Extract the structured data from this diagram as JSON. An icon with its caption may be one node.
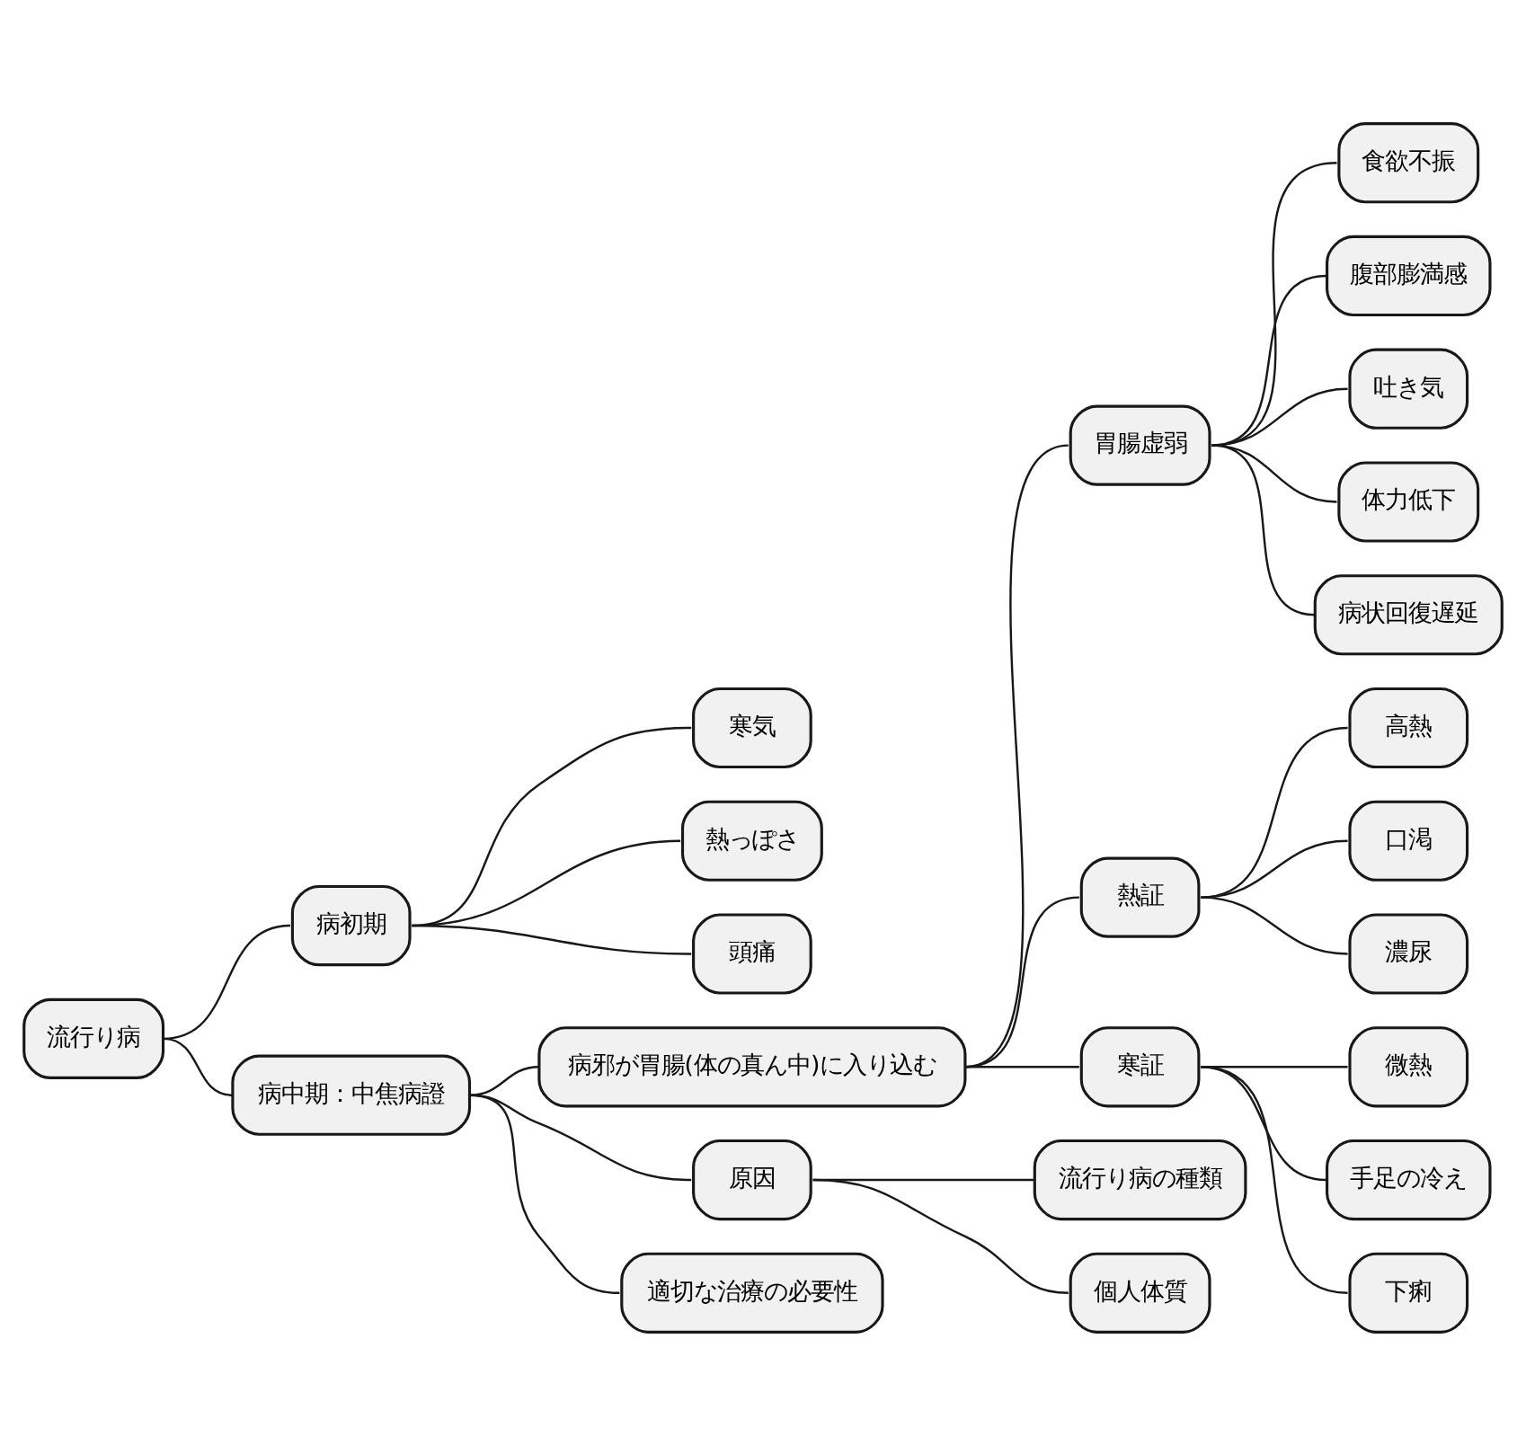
{
  "diagram": {
    "nodes": [
      {
        "text": [
          "流行り病"
        ]
      },
      {
        "text": [
          "病初期"
        ]
      },
      {
        "text": [
          "寒気"
        ]
      },
      {
        "text": [
          "熱っぽさ"
        ]
      },
      {
        "text": [
          "頭痛"
        ]
      },
      {
        "text": [
          "病中期：中焦病證"
        ]
      },
      {
        "text": [
          "病邪が胃腸(体の真ん中)に入り込む"
        ]
      },
      {
        "text": [
          "胃腸虚弱"
        ]
      },
      {
        "text": [
          "食欲不振"
        ]
      },
      {
        "text": [
          "腹部膨満感"
        ]
      },
      {
        "text": [
          "吐き気"
        ]
      },
      {
        "text": [
          "体力低下"
        ]
      },
      {
        "text": [
          "病状回復遅延"
        ]
      },
      {
        "text": [
          "熱証"
        ]
      },
      {
        "text": [
          "高熱"
        ]
      },
      {
        "text": [
          "口渇"
        ]
      },
      {
        "text": [
          "濃尿"
        ]
      },
      {
        "text": [
          "寒証"
        ]
      },
      {
        "text": [
          "微熱"
        ]
      },
      {
        "text": [
          "手足の冷え"
        ]
      },
      {
        "text": [
          "下痢"
        ]
      },
      {
        "text": [
          "原因"
        ]
      },
      {
        "text": [
          "流行り病の種類"
        ]
      },
      {
        "text": [
          "個人体質"
        ]
      },
      {
        "text": [
          "適切な治療の必要性"
        ]
      }
    ],
    "edges": [
      {
        "from": 0,
        "to": 1,
        "arrow": "none"
      },
      {
        "from": 1,
        "to": 2,
        "arrow": "none"
      },
      {
        "from": 1,
        "to": 3,
        "arrow": "none"
      },
      {
        "from": 1,
        "to": 4,
        "arrow": "none"
      },
      {
        "from": 0,
        "to": 5,
        "arrow": "none"
      },
      {
        "from": 5,
        "to": 6,
        "arrow": "none"
      },
      {
        "from": 6,
        "to": 7,
        "arrow": "none"
      },
      {
        "from": 7,
        "to": 8,
        "arrow": "none"
      },
      {
        "from": 7,
        "to": 9,
        "arrow": "none"
      },
      {
        "from": 7,
        "to": 10,
        "arrow": "none"
      },
      {
        "from": 7,
        "to": 11,
        "arrow": "none"
      },
      {
        "from": 7,
        "to": 12,
        "arrow": "none"
      },
      {
        "from": 6,
        "to": 13,
        "arrow": "none"
      },
      {
        "from": 13,
        "to": 14,
        "arrow": "none"
      },
      {
        "from": 13,
        "to": 15,
        "arrow": "none"
      },
      {
        "from": 13,
        "to": 16,
        "arrow": "none"
      },
      {
        "from": 6,
        "to": 17,
        "arrow": "none"
      },
      {
        "from": 17,
        "to": 18,
        "arrow": "none"
      },
      {
        "from": 17,
        "to": 19,
        "arrow": "none"
      },
      {
        "from": 17,
        "to": 20,
        "arrow": "none"
      },
      {
        "from": 5,
        "to": 21,
        "arrow": "none"
      },
      {
        "from": 21,
        "to": 22,
        "arrow": "none"
      },
      {
        "from": 21,
        "to": 23,
        "arrow": "none"
      },
      {
        "from": 5,
        "to": 24,
        "arrow": "none"
      }
    ]
  }
}
